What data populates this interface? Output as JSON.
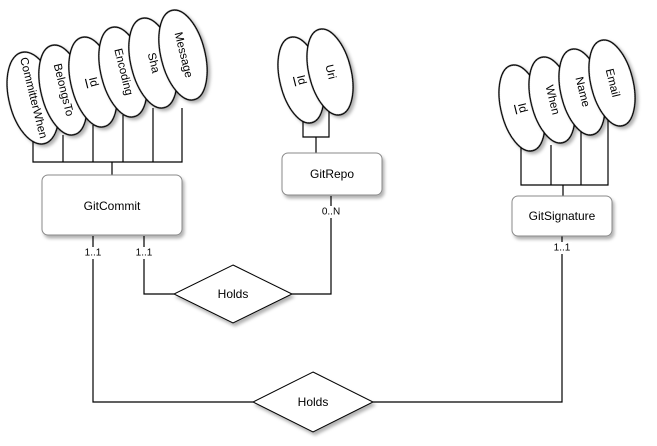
{
  "entities": {
    "gitcommit": {
      "name": "GitCommit"
    },
    "gitrepo": {
      "name": "GitRepo"
    },
    "gitsignature": {
      "name": "GitSignature"
    }
  },
  "attributes": {
    "gitcommit": [
      "CommitterWhen",
      "BelongsTo",
      "Id",
      "Encoding",
      "Sha",
      "Message"
    ],
    "gitrepo": [
      "Id",
      "Uri"
    ],
    "gitsignature": [
      "Id",
      "When",
      "Name",
      "Email"
    ]
  },
  "relationships": {
    "commit_repo": {
      "label": "Holds"
    },
    "commit_signature": {
      "label": "Holds"
    }
  },
  "cardinalities": {
    "commit_signature_commit_side": "1..1",
    "commit_repo_commit_side": "1..1",
    "commit_repo_repo_side": "0..N",
    "commit_signature_signature_side": "1..1"
  }
}
